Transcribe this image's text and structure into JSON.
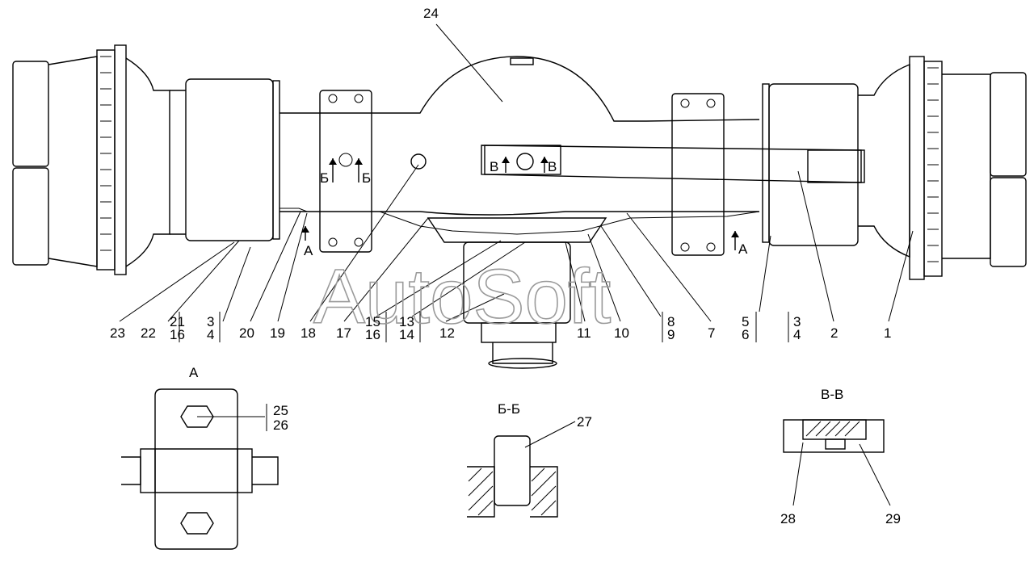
{
  "watermark": "AutoSoft",
  "callouts": {
    "c1": "1",
    "c2": "2",
    "c3": "3",
    "c4": "4",
    "c5": "5",
    "c6": "6",
    "c7": "7",
    "c8": "8",
    "c9": "9",
    "c10": "10",
    "c11": "11",
    "c12": "12",
    "c13": "13",
    "c14": "14",
    "c15": "15",
    "c16": "16",
    "c17": "17",
    "c18": "18",
    "c19": "19",
    "c20": "20",
    "c21": "21",
    "c22": "22",
    "c23": "23",
    "c24": "24",
    "c25": "25",
    "c26": "26",
    "c27": "27",
    "c28": "28",
    "c29": "29"
  },
  "section_marks": {
    "a": "А",
    "b": "Б",
    "v": "В"
  },
  "view_titles": {
    "view_a": "А",
    "section_bb": "Б-Б",
    "section_vv": "В-В"
  }
}
